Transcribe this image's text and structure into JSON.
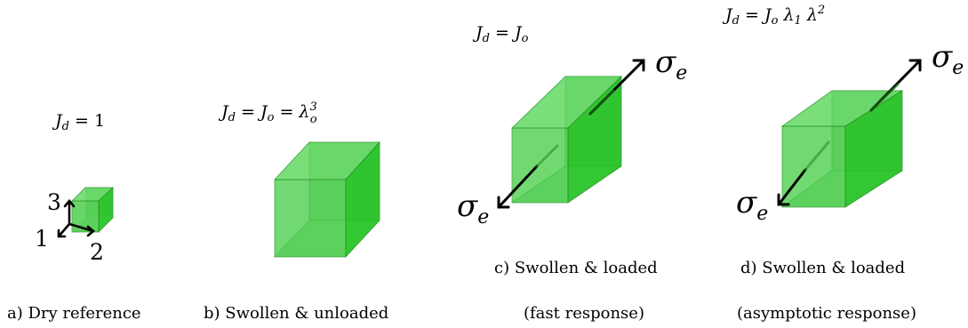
{
  "panels": [
    {
      "caption_lines": [
        "a) Dry reference"
      ],
      "equation": {
        "lhs": "J",
        "lhs_sub": "d",
        "rest": " = 1"
      },
      "axes": {
        "axis_1": "1",
        "axis_2": "2",
        "axis_3": "3"
      }
    },
    {
      "caption_lines": [
        "b) Swollen & unloaded"
      ],
      "equation": {
        "lhs": "J",
        "lhs_sub": "d",
        "rest": " = J",
        "rest_sub": "o",
        "rest2": " = λ",
        "rest2_sup": "3",
        "rest2_sub": "o"
      }
    },
    {
      "caption_lines": [
        "c) Swollen & loaded",
        "(fast response)"
      ],
      "equation": {
        "lhs": "J",
        "lhs_sub": "d",
        "rest": " = J",
        "rest_sub": "o"
      },
      "stress_label": {
        "symbol": "σ",
        "sub": "e"
      }
    },
    {
      "caption_lines": [
        "d) Swollen & loaded",
        "(asymptotic response)"
      ],
      "equation": {
        "lhs": "J",
        "lhs_sub": "d",
        "rest": " = J",
        "rest_sub": "o",
        "rest2": " λ",
        "rest2_sub": "1",
        "rest3": " λ",
        "rest3_sup": "2"
      },
      "stress_label": {
        "symbol": "σ",
        "sub": "e"
      }
    }
  ],
  "colors": {
    "cube_front": "#4fcf4f",
    "cube_side": "#22c322",
    "cube_top": "#63d963",
    "cube_inner": "#2ea82e",
    "cube_floor": "#86d886",
    "edge": "#1c8f1c"
  }
}
